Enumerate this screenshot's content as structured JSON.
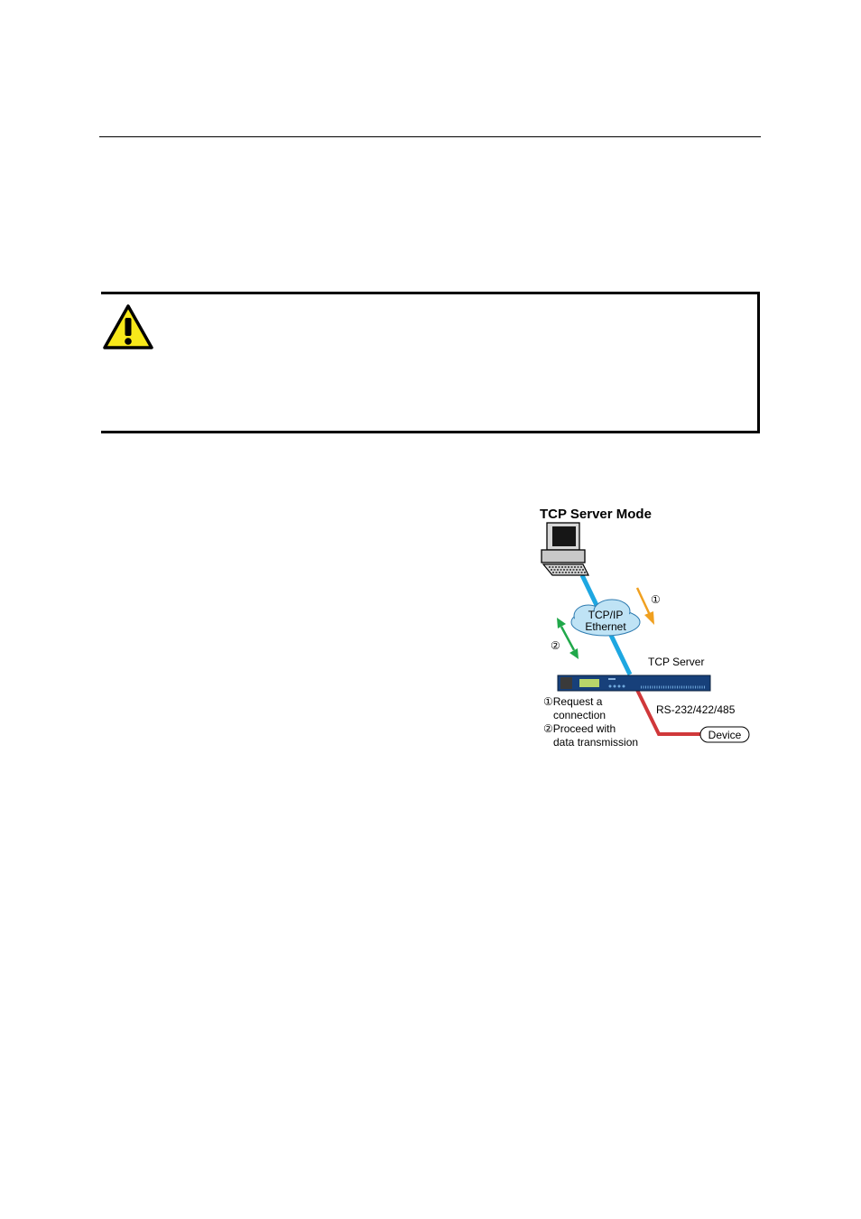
{
  "diagram": {
    "title": "TCP Server Mode",
    "cloud_line1": "TCP/IP",
    "cloud_line2": "Ethernet",
    "step1_marker": "①",
    "step2_marker": "②",
    "server_label": "TCP Server",
    "serial_label": "RS-232/422/485",
    "device_label": "Device",
    "legend": {
      "step1_line1": "①Request a",
      "step1_line2": "connection",
      "step2_line1": "②Proceed with",
      "step2_line2": "data transmission"
    }
  },
  "colors": {
    "ethernet_line": "#1ea7e1",
    "serial_line": "#d0383a",
    "request_arrow": "#f0a020",
    "transmission_arrow": "#20a84a",
    "cloud_fill": "#bfe3f5",
    "server_body": "#17407a",
    "warning_fill": "#f7e81a"
  },
  "icons": {
    "warning": "warning-triangle-icon",
    "computer": "computer-icon",
    "server": "serial-device-server-icon"
  }
}
